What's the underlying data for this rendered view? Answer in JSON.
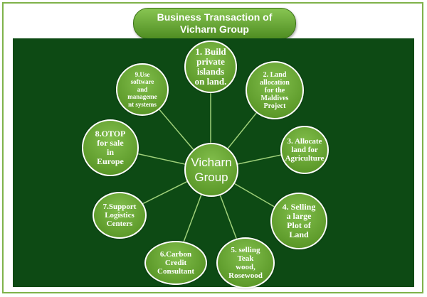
{
  "title": "Business Transaction of\nVicharn Group",
  "center": {
    "label": "Vicharn\nGroup"
  },
  "activities": [
    {
      "label": "1. Build\nprivate\nislands\non land."
    },
    {
      "label": "2. Land\nallocation\nfor the\nMaldives\nProject"
    },
    {
      "label": "3. Allocate\nland for\nAgriculture"
    },
    {
      "label": "4. Selling\na large\nPlot of\nLand"
    },
    {
      "label": "5. selling\nTeak\nwood,\nRosewood"
    },
    {
      "label": "6.Carbon\nCredit\nConsultant"
    },
    {
      "label": "7.Support\nLogistics\nCenters"
    },
    {
      "label": "8.OTOP\nfor sale\nin\nEurope"
    },
    {
      "label": "9.Use\nsoftware\nand\nmanageme\nnt systems"
    }
  ],
  "colors": {
    "background": "#0d4a14",
    "node_fill": "#5f9c2c",
    "node_border": "#ffffff",
    "connector": "#9fd07a",
    "title_fill": "#5f9c2c",
    "frame_border": "#7fb24a"
  }
}
